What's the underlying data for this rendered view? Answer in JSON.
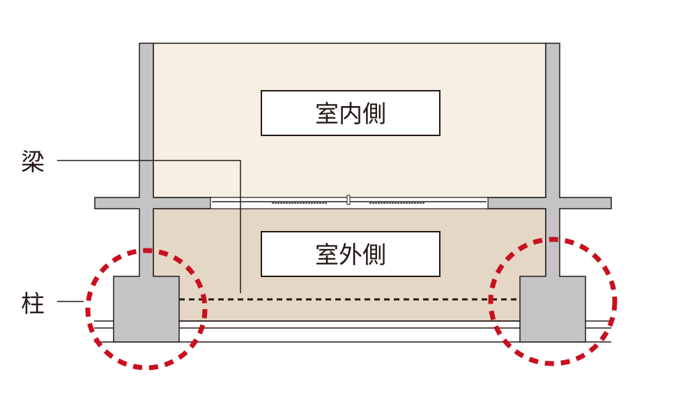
{
  "labels": {
    "indoor": "室内側",
    "outdoor": "室外側",
    "beam": "梁",
    "column": "柱"
  },
  "colors": {
    "indoor_fill": "#f6efe3",
    "outdoor_fill": "#e5d7c5",
    "structure": "#c4c4c6",
    "highlight": "#c8101e",
    "line": "#231815"
  }
}
